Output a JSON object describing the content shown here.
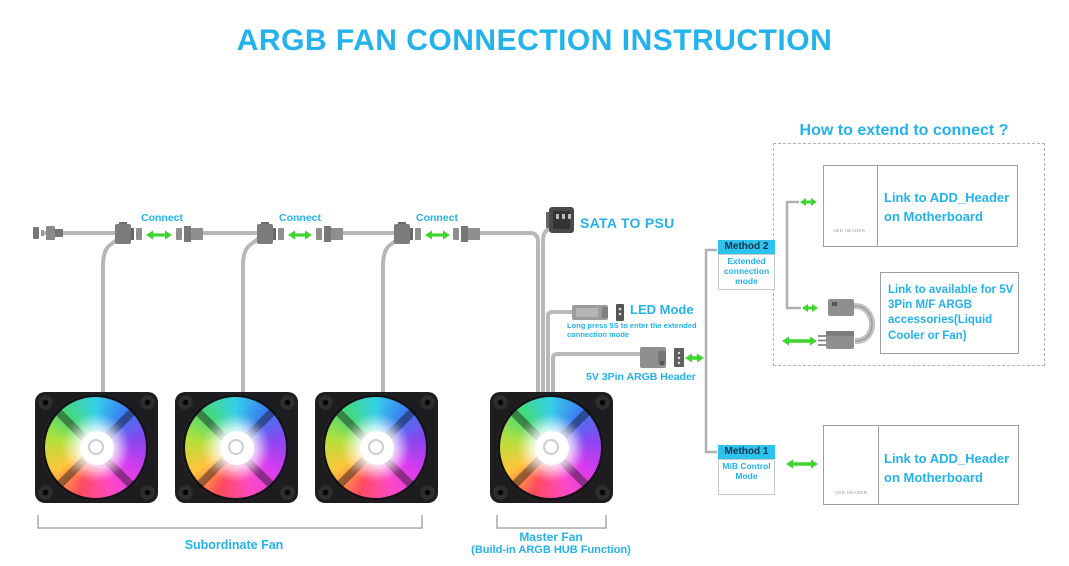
{
  "title": "ARGB FAN CONNECTION INSTRUCTION",
  "colors": {
    "accent_cyan": "#24b2ec",
    "arrow_green": "#3fd42e",
    "method_tab_bg": "#2cc3ec"
  },
  "chain": {
    "connect_labels": [
      "Connect",
      "Connect",
      "Connect"
    ],
    "sata_label": "SATA TO PSU",
    "led_mode": {
      "label": "LED Mode",
      "note": "Long press 5S to enter the extended connection mode"
    },
    "argb_header_label": "5V 3Pin ARGB Header"
  },
  "extend_section": {
    "title": "How to extend to connect ?",
    "method2": {
      "name": "Method 2",
      "mode": "Extended connection mode"
    },
    "link_add_header": "Link to ADD_Header on Motherboard",
    "link_accessories": "Link to available for 5V 3Pin M/F ARGB accessories(Liquid Cooler or Fan)",
    "add_header_caption": "ADD HEADER"
  },
  "method1": {
    "name": "Method 1",
    "mode": "M/B Control Mode",
    "link": "Link to ADD_Header on Motherboard",
    "add_header_caption": "ADD HEADER"
  },
  "footer": {
    "subordinate": "Subordinate Fan",
    "master_line1": "Master Fan",
    "master_line2": "(Build-in ARGB HUB Function)"
  }
}
